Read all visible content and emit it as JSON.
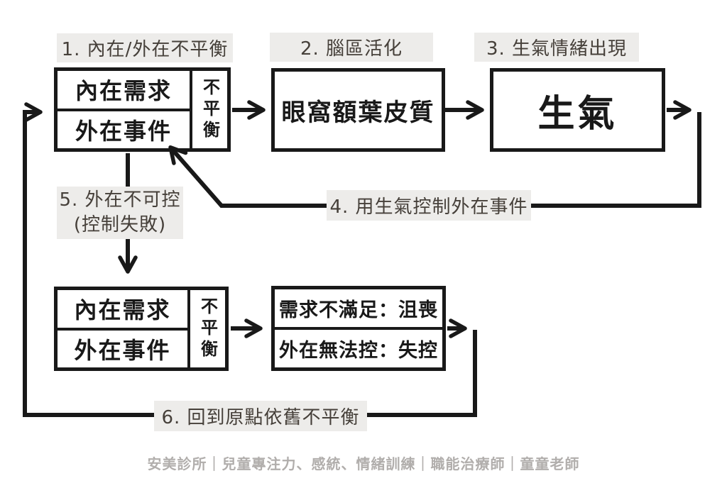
{
  "labels": {
    "step1": "1. 內在/外在不平衡",
    "step2": "2. 腦區活化",
    "step3": "3. 生氣情緒出現",
    "step4": "4. 用生氣控制外在事件",
    "step5_line1": "5. 外在不可控",
    "step5_line2": "(控制失敗)",
    "step6": "6. 回到原點依舊不平衡"
  },
  "boxes": {
    "imbalance_top": {
      "inner_need": "內在需求",
      "outer_event": "外在事件",
      "imbalance": "不平衡"
    },
    "brain": "眼窩額葉皮質",
    "anger": "生氣",
    "imbalance_bottom": {
      "inner_need": "內在需求",
      "outer_event": "外在事件",
      "imbalance": "不平衡"
    },
    "outcome": {
      "row1": "需求不滿足：沮喪",
      "row2": "外在無法控：失控"
    }
  },
  "watermark": "安美診所｜兒童專注力、感統、情緒訓練｜職能治療師｜童童老師",
  "colors": {
    "line": "#191919",
    "label_bg": "#edecea",
    "label_text": "#46403a",
    "watermark_text": "#b1aeac"
  }
}
